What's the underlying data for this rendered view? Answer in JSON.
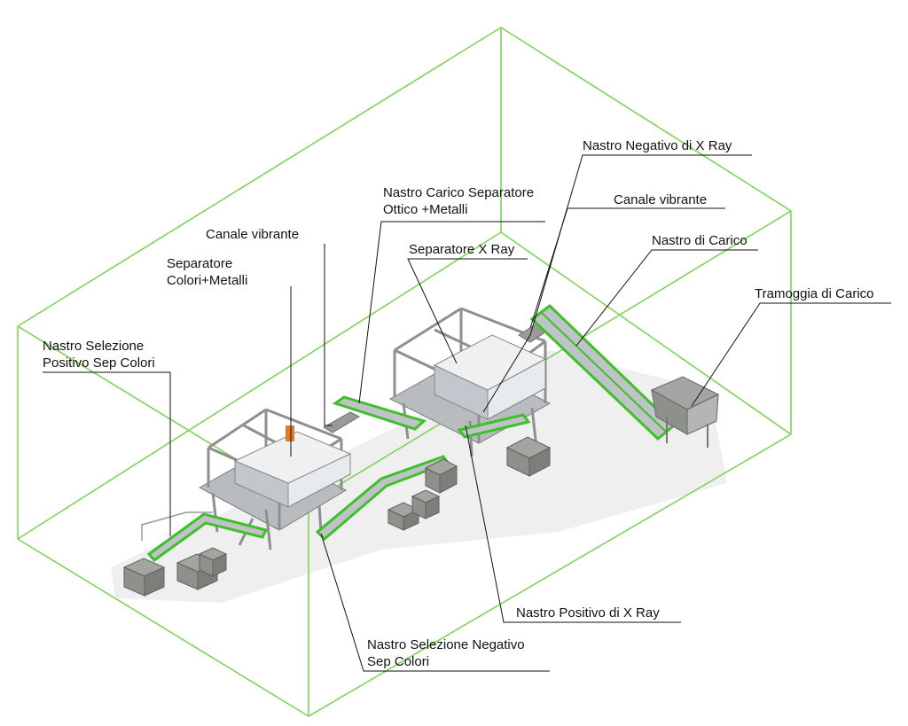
{
  "colors": {
    "enclosure": "#7fd35a",
    "belt_green": "#3fbf2a",
    "frame": "#8f8f8f",
    "machine": "#cfd3d8",
    "bin": "#8e918b",
    "leader": "#111111",
    "shadow": "#e6e6e6"
  },
  "labels": {
    "nastro_negativo_xray": {
      "line1": "Nastro Negativo di X Ray"
    },
    "nastro_carico_sep": {
      "line1": "Nastro Carico Separatore",
      "line2": "Ottico +Metalli"
    },
    "canale_vibrante_right": {
      "line1": "Canale vibrante"
    },
    "separatore_xray": {
      "line1": "Separatore X Ray"
    },
    "nastro_di_carico": {
      "line1": "Nastro di Carico"
    },
    "canale_vibrante_left": {
      "line1": "Canale vibrante"
    },
    "separatore_colori": {
      "line1": "Separatore",
      "line2": "Colori+Metalli"
    },
    "tramoggia": {
      "line1": "Tramoggia di Carico"
    },
    "nastro_sel_positivo": {
      "line1": "Nastro Selezione",
      "line2": "Positivo Sep Colori"
    },
    "nastro_positivo_xray": {
      "line1": "Nastro Positivo di X Ray"
    },
    "nastro_sel_negativo": {
      "line1": "Nastro Selezione Negativo",
      "line2": "Sep Colori"
    }
  }
}
